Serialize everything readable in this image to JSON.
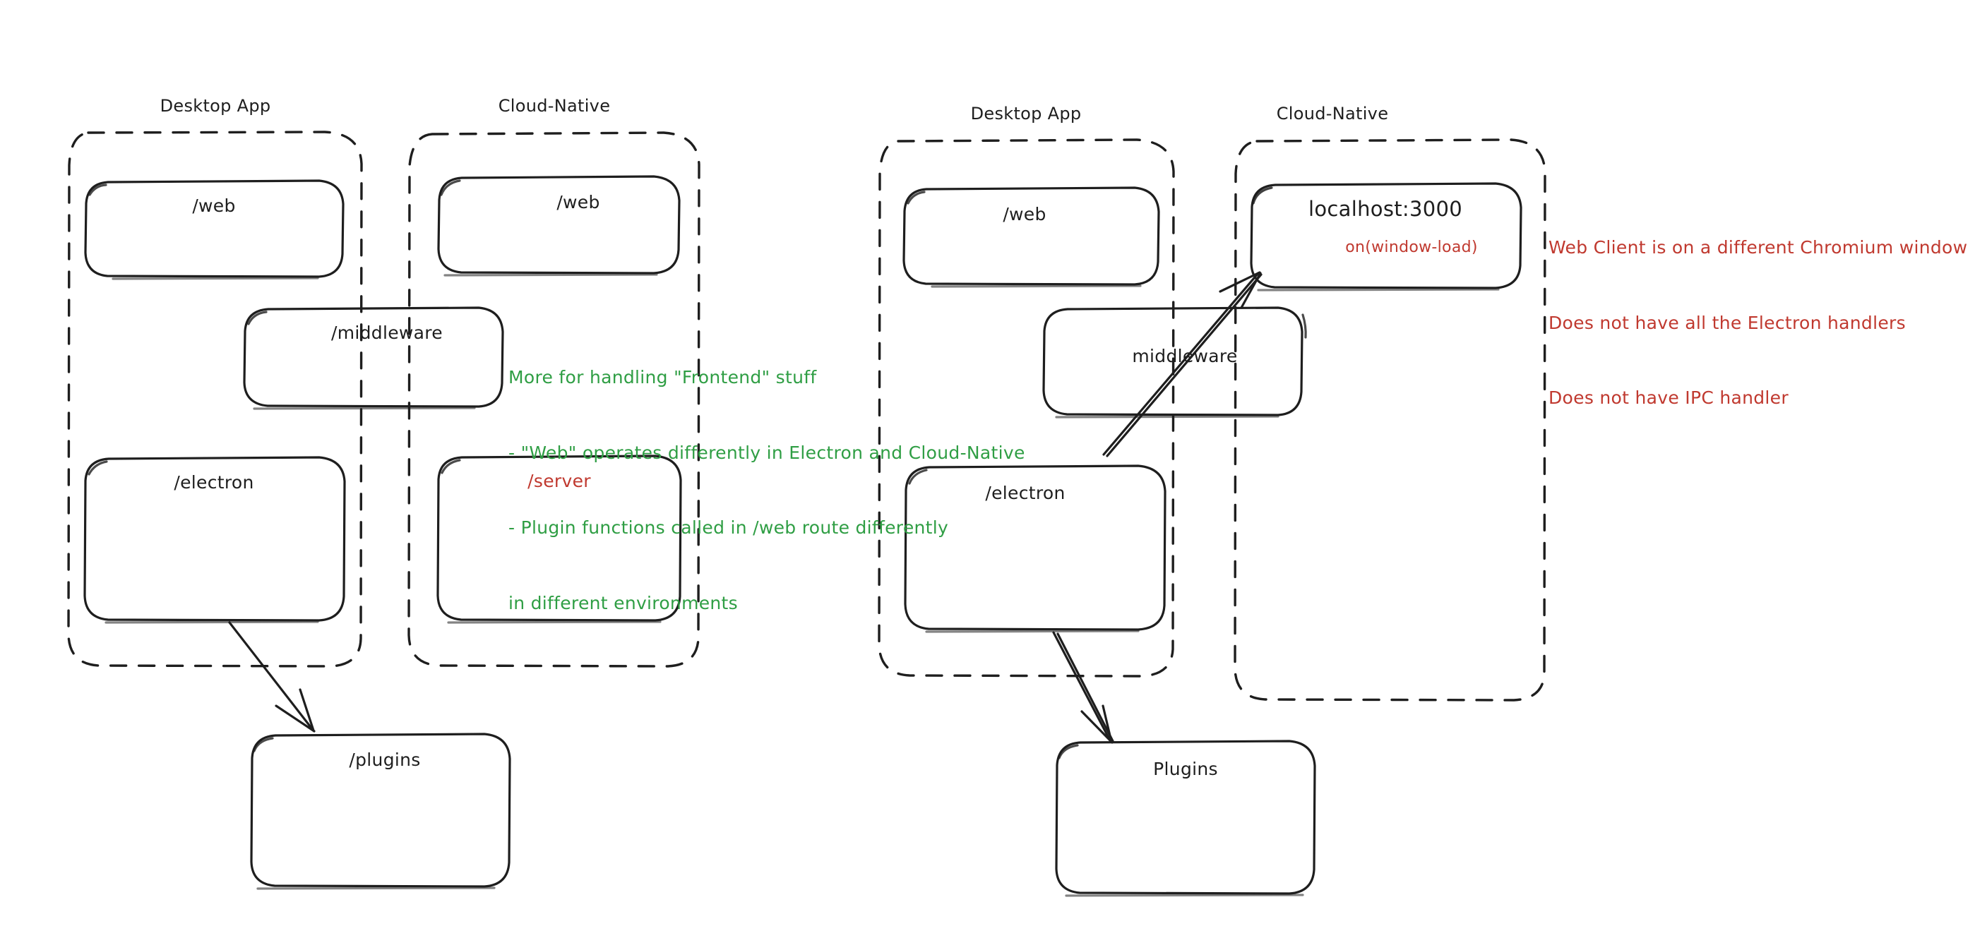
{
  "diagram": {
    "title_hidden": "",
    "colors": {
      "ink": "#1e1e1e",
      "green": "#2f9e44",
      "red": "#c0392f",
      "background": "#ffffff"
    },
    "panels": [
      {
        "id": "left-desktop-app",
        "title": "Desktop App",
        "nodes": [
          {
            "id": "left-web",
            "label": "/web"
          },
          {
            "id": "left-electron",
            "label": "/electron"
          }
        ]
      },
      {
        "id": "left-cloud-native",
        "title": "Cloud-Native",
        "nodes": [
          {
            "id": "left-web-cloud",
            "label": "/web"
          },
          {
            "id": "left-server",
            "label": "/server"
          }
        ]
      },
      {
        "id": "right-desktop-app",
        "title": "Desktop App",
        "nodes": [
          {
            "id": "right-web",
            "label": "/web"
          },
          {
            "id": "right-electron",
            "label": "/electron"
          }
        ]
      },
      {
        "id": "right-cloud-native",
        "title": "Cloud-Native",
        "nodes": [
          {
            "id": "right-localhost",
            "label": "localhost:3000",
            "sublabel": "on(window-load)"
          }
        ]
      }
    ],
    "straddling_nodes": [
      {
        "id": "left-middleware",
        "label": "/middleware"
      },
      {
        "id": "right-middleware",
        "label": "middleware"
      }
    ],
    "outside_nodes": [
      {
        "id": "left-plugins",
        "label": "/plugins"
      },
      {
        "id": "right-plugins",
        "label": "Plugins"
      }
    ],
    "annotations": {
      "green_note": {
        "color": "#2f9e44",
        "lines": [
          "More for handling \"Frontend\" stuff",
          "- \"Web\" operates differently in Electron and Cloud-Native",
          "- Plugin functions called in /web route differently",
          "in different environments"
        ]
      },
      "red_note": {
        "color": "#c0392f",
        "lines": [
          "Web Client is on a different Chromium window",
          "Does not have all the Electron handlers",
          "Does not have IPC handler"
        ]
      }
    },
    "connectors": [
      {
        "id": "left-electron-to-plugins",
        "from": "left-electron",
        "to": "left-plugins",
        "style": "arrow"
      },
      {
        "id": "right-electron-to-plugins",
        "from": "right-electron",
        "to": "right-plugins",
        "style": "arrow"
      },
      {
        "id": "right-electron-to-localhost",
        "from": "right-electron",
        "to": "right-localhost",
        "style": "arrow"
      }
    ]
  }
}
